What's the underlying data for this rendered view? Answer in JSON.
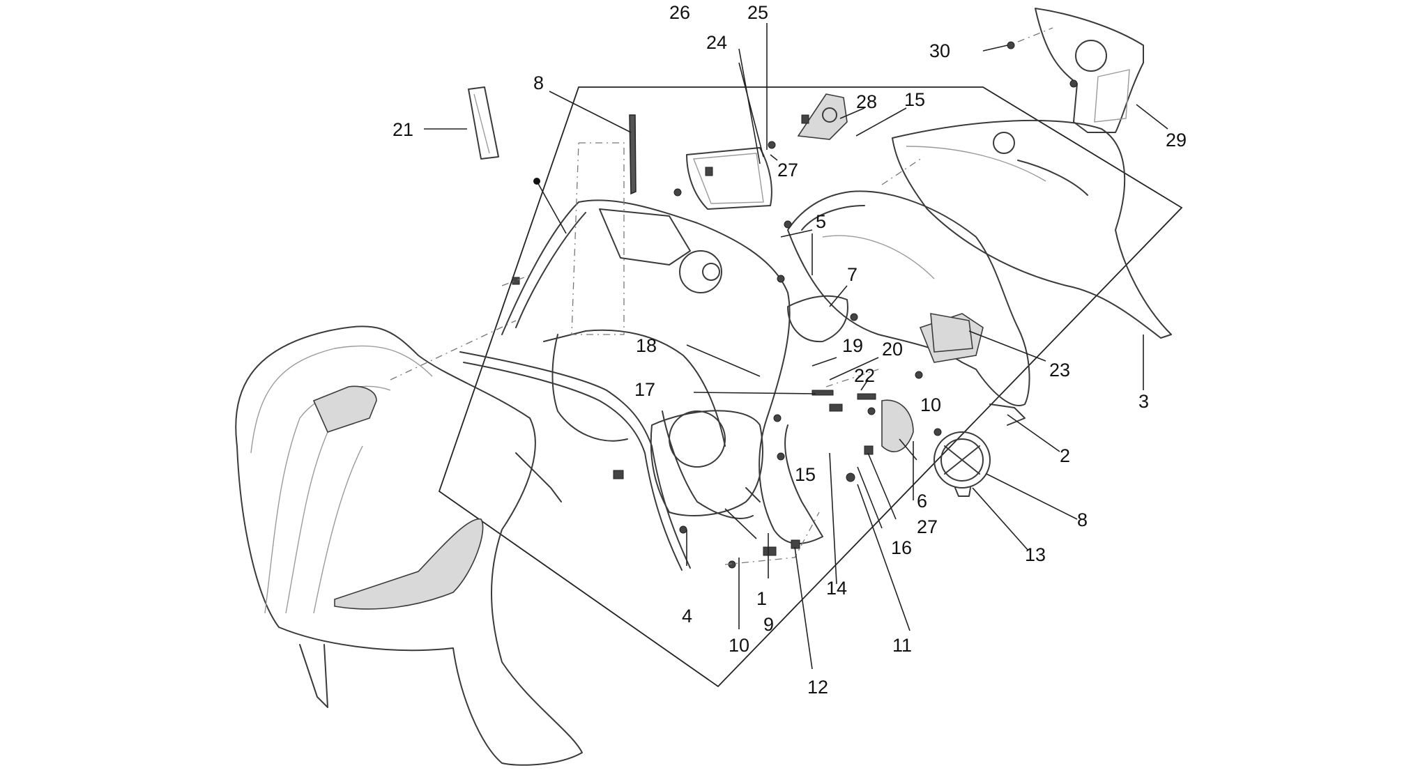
{
  "callouts": {
    "c1": "1",
    "c2": "2",
    "c3": "3",
    "c4": "4",
    "c5": "5",
    "c6": "6",
    "c7": "7",
    "c8a": "8",
    "c8b": "8",
    "c9": "9",
    "c10a": "10",
    "c10b": "10",
    "c11": "11",
    "c12": "12",
    "c13": "13",
    "c14": "14",
    "c15a": "15",
    "c15b": "15",
    "c16": "16",
    "c17": "17",
    "c18": "18",
    "c19": "19",
    "c20": "20",
    "c21": "21",
    "c22": "22",
    "c23": "23",
    "c24": "24",
    "c25": "25",
    "c26": "26",
    "c27a": "27",
    "c27b": "27",
    "c28": "28",
    "c29": "29",
    "c30": "30"
  }
}
